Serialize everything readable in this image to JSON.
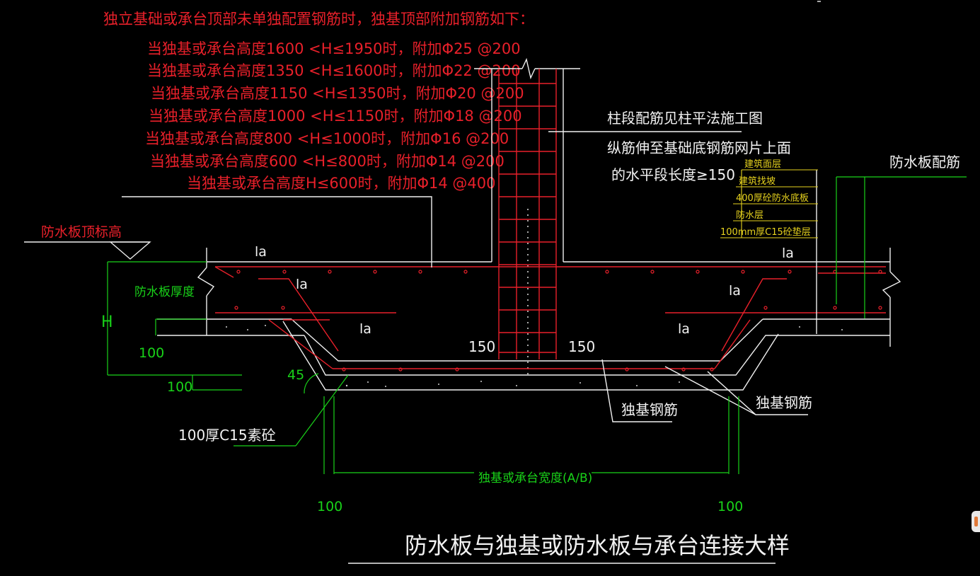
{
  "notes": {
    "heading": "独立基础或承台顶部未单独配置钢筋时，独基顶部附加钢筋如下：",
    "rows": [
      "当独基或承台高度1600 <H≤1950时，附加Φ25 @200",
      "当独基或承台高度1350 <H≤1600时，附加Φ22 @200",
      "当独基或承台高度1150 <H≤1350时，附加Φ20 @200",
      "当独基或承台高度1000 <H≤1150时，附加Φ18 @200",
      "当独基或承台高度800 <H≤1000时，附加Φ16 @200",
      "当独基或承台高度600 <H≤800时，附加Φ14 @200",
      "当独基或承台高度H≤600时，附加Φ14 @400"
    ]
  },
  "labels": {
    "slab_top_elev": "防水板顶标高",
    "slab_thickness": "防水板厚度",
    "h": "H",
    "dim_100_a": "100",
    "dim_100_b": "100",
    "angle_45": "45",
    "c15_plain": "100厚C15素砼",
    "la1": "la",
    "la2": "la",
    "la3": "la",
    "la4": "la",
    "la5": "la",
    "la6": "la",
    "d150_left": "150",
    "d150_right": "150",
    "column_note1": "柱段配筋见柱平法施工图",
    "column_note2": "纵筋伸至基础底钢筋网片上面",
    "column_note3": "的水平段长度≥150",
    "layer1": "建筑面层",
    "layer2": "建筑找坡",
    "layer3": "400厚砼防水底板",
    "layer4": "防水层",
    "layer5": "100mm厚C15砼垫层",
    "slab_rebar": "防水板配筋",
    "footing_rebar1": "独基钢筋",
    "footing_rebar2": "独基钢筋",
    "width_label": "独基或承台宽度(A/B)",
    "dim_100_c": "100",
    "dim_100_d": "100",
    "title": "防水板与独基或防水板与承台连接大样"
  },
  "colors": {
    "background": "#000000",
    "red": "#e8202a",
    "white": "#f2f2f2",
    "green": "#19d219",
    "yellow": "#e6d21e"
  }
}
